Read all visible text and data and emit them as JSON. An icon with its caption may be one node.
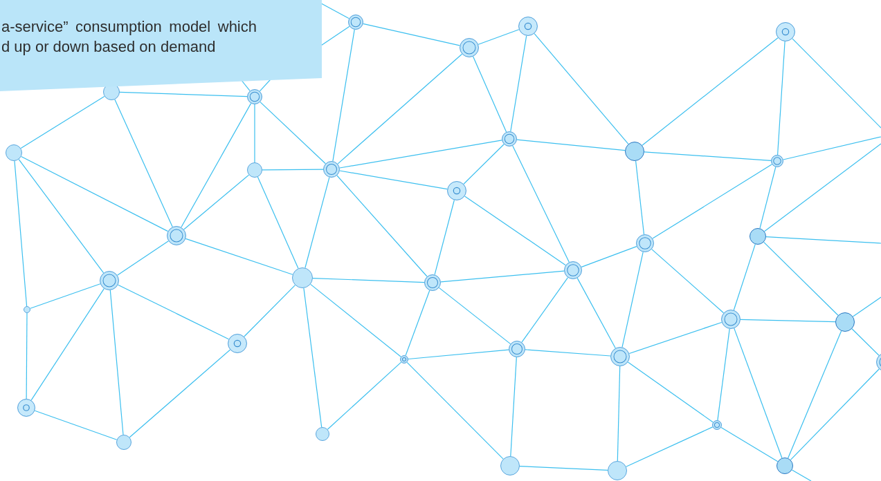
{
  "diagram": {
    "nodes": [
      {
        "text": [
          "a-service” consumption model which d up or down based on demand"
        ]
      },
      {
        "text": [],
        "shape": "circle"
      },
      {
        "text": [],
        "shape": "circle"
      },
      {
        "text": [],
        "shape": "circle"
      },
      {
        "text": [],
        "shape": "circle"
      },
      {
        "text": [],
        "shape": "circle"
      },
      {
        "text": [],
        "shape": "circle"
      },
      {
        "text": [],
        "shape": "circle"
      },
      {
        "text": [],
        "shape": "circle"
      },
      {
        "text": [],
        "shape": "circle"
      },
      {
        "text": [],
        "shape": "circle"
      },
      {
        "text": [],
        "shape": "circle"
      },
      {
        "text": [],
        "shape": "circle"
      },
      {
        "text": [],
        "shape": "circle"
      },
      {
        "text": [],
        "shape": "circle"
      },
      {
        "text": [],
        "shape": "circle"
      },
      {
        "text": [],
        "shape": "circle"
      },
      {
        "text": [],
        "shape": "circle"
      },
      {
        "text": [],
        "shape": "circle"
      },
      {
        "text": [],
        "shape": "circle"
      },
      {
        "text": [],
        "shape": "circle"
      },
      {
        "text": [],
        "shape": "circle"
      },
      {
        "text": [],
        "shape": "circle"
      },
      {
        "text": [],
        "shape": "circle"
      },
      {
        "text": [],
        "shape": "circle"
      },
      {
        "text": [],
        "shape": "circle"
      },
      {
        "text": [],
        "shape": "circle"
      },
      {
        "text": [],
        "shape": "circle"
      },
      {
        "text": [],
        "shape": "circle"
      },
      {
        "text": [],
        "shape": "circle"
      },
      {
        "text": [],
        "shape": "circle"
      },
      {
        "text": [],
        "shape": "circle"
      },
      {
        "text": [],
        "shape": "circle"
      },
      {
        "text": [],
        "shape": "circle"
      },
      {
        "text": [],
        "shape": "circle"
      },
      {
        "text": [],
        "shape": "circle"
      }
    ],
    "edges": [
      {
        "from": 1,
        "to": 12,
        "arrow": "none"
      },
      {
        "from": 1,
        "to": 3,
        "arrow": "none"
      },
      {
        "from": 2,
        "to": 3,
        "arrow": "none"
      },
      {
        "from": 3,
        "to": 12,
        "arrow": "none"
      },
      {
        "from": 3,
        "to": 8,
        "arrow": "none"
      },
      {
        "from": 2,
        "to": 8,
        "arrow": "none"
      },
      {
        "from": 2,
        "to": 9,
        "arrow": "none"
      },
      {
        "from": 4,
        "to": 9,
        "arrow": "none"
      },
      {
        "from": 4,
        "to": 10,
        "arrow": "none"
      },
      {
        "from": 5,
        "to": 6,
        "arrow": "none"
      },
      {
        "from": 5,
        "to": 7,
        "arrow": "none"
      },
      {
        "from": 5,
        "to": 14,
        "arrow": "none"
      },
      {
        "from": 6,
        "to": 11,
        "arrow": "none"
      },
      {
        "from": 6,
        "to": 12,
        "arrow": "none"
      },
      {
        "from": 6,
        "to": 14,
        "arrow": "none"
      },
      {
        "from": 7,
        "to": 14,
        "arrow": "none"
      },
      {
        "from": 7,
        "to": 17,
        "arrow": "none"
      },
      {
        "from": 7,
        "to": 21,
        "arrow": "none"
      },
      {
        "from": 8,
        "to": 9,
        "arrow": "none"
      },
      {
        "from": 8,
        "to": 12,
        "arrow": "none"
      },
      {
        "from": 8,
        "to": 13,
        "arrow": "none"
      },
      {
        "from": 8,
        "to": 20,
        "arrow": "none"
      },
      {
        "from": 9,
        "to": 10,
        "arrow": "none"
      },
      {
        "from": 9,
        "to": 16,
        "arrow": "none"
      },
      {
        "from": 10,
        "to": 16,
        "arrow": "none"
      },
      {
        "from": 10,
        "to": 15,
        "arrow": "none"
      },
      {
        "from": 11,
        "to": 12,
        "arrow": "none"
      },
      {
        "from": 11,
        "to": 14,
        "arrow": "none"
      },
      {
        "from": 11,
        "to": 18,
        "arrow": "none"
      },
      {
        "from": 12,
        "to": 13,
        "arrow": "none"
      },
      {
        "from": 12,
        "to": 18,
        "arrow": "none"
      },
      {
        "from": 12,
        "to": 19,
        "arrow": "none"
      },
      {
        "from": 13,
        "to": 19,
        "arrow": "none"
      },
      {
        "from": 13,
        "to": 20,
        "arrow": "none"
      },
      {
        "from": 14,
        "to": 17,
        "arrow": "none"
      },
      {
        "from": 14,
        "to": 18,
        "arrow": "none"
      },
      {
        "from": 15,
        "to": 26,
        "arrow": "none"
      },
      {
        "from": 15,
        "to": 27,
        "arrow": "none"
      },
      {
        "from": 16,
        "to": 20,
        "arrow": "none"
      },
      {
        "from": 16,
        "to": 25,
        "arrow": "none"
      },
      {
        "from": 16,
        "to": 26,
        "arrow": "none"
      },
      {
        "from": 17,
        "to": 21,
        "arrow": "none"
      },
      {
        "from": 17,
        "to": 22,
        "arrow": "none"
      },
      {
        "from": 17,
        "to": 29,
        "arrow": "none"
      },
      {
        "from": 17,
        "to": 30,
        "arrow": "none"
      },
      {
        "from": 18,
        "to": 19,
        "arrow": "none"
      },
      {
        "from": 18,
        "to": 22,
        "arrow": "none"
      },
      {
        "from": 18,
        "to": 31,
        "arrow": "none"
      },
      {
        "from": 18,
        "to": 23,
        "arrow": "none"
      },
      {
        "from": 19,
        "to": 20,
        "arrow": "none"
      },
      {
        "from": 19,
        "to": 23,
        "arrow": "none"
      },
      {
        "from": 19,
        "to": 24,
        "arrow": "none"
      },
      {
        "from": 20,
        "to": 24,
        "arrow": "none"
      },
      {
        "from": 20,
        "to": 25,
        "arrow": "none"
      },
      {
        "from": 21,
        "to": 29,
        "arrow": "none"
      },
      {
        "from": 22,
        "to": 30,
        "arrow": "none"
      },
      {
        "from": 23,
        "to": 24,
        "arrow": "none"
      },
      {
        "from": 23,
        "to": 32,
        "arrow": "none"
      },
      {
        "from": 23,
        "to": 31,
        "arrow": "none"
      },
      {
        "from": 24,
        "to": 25,
        "arrow": "none"
      },
      {
        "from": 24,
        "to": 32,
        "arrow": "none"
      },
      {
        "from": 25,
        "to": 26,
        "arrow": "none"
      },
      {
        "from": 25,
        "to": 33,
        "arrow": "none"
      },
      {
        "from": 25,
        "to": 34,
        "arrow": "none"
      },
      {
        "from": 26,
        "to": 27,
        "arrow": "none"
      },
      {
        "from": 26,
        "to": 34,
        "arrow": "none"
      },
      {
        "from": 26,
        "to": 35,
        "arrow": "none"
      },
      {
        "from": 27,
        "to": 35,
        "arrow": "none"
      },
      {
        "from": 27,
        "to": 28,
        "arrow": "none"
      },
      {
        "from": 28,
        "to": 35,
        "arrow": "none"
      },
      {
        "from": 29,
        "to": 30,
        "arrow": "none"
      },
      {
        "from": 32,
        "to": 33,
        "arrow": "none"
      },
      {
        "from": 33,
        "to": 34,
        "arrow": "none"
      },
      {
        "from": 34,
        "to": 35,
        "arrow": "none"
      },
      {
        "from": 0,
        "to": 1,
        "arrow": "none"
      },
      {
        "from": 0,
        "to": 1,
        "arrow": "none"
      },
      {
        "from": 0,
        "to": 6,
        "arrow": "none"
      },
      {
        "from": 0,
        "to": 6,
        "arrow": "none"
      },
      {
        "from": null,
        "to": 4,
        "arrow": "none"
      },
      {
        "from": null,
        "to": 10,
        "arrow": "none"
      },
      {
        "from": null,
        "to": 15,
        "arrow": "none"
      },
      {
        "from": null,
        "to": 15,
        "arrow": "none"
      },
      {
        "from": null,
        "to": 27,
        "arrow": "none"
      },
      {
        "from": null,
        "to": 35,
        "arrow": "none"
      }
    ]
  }
}
